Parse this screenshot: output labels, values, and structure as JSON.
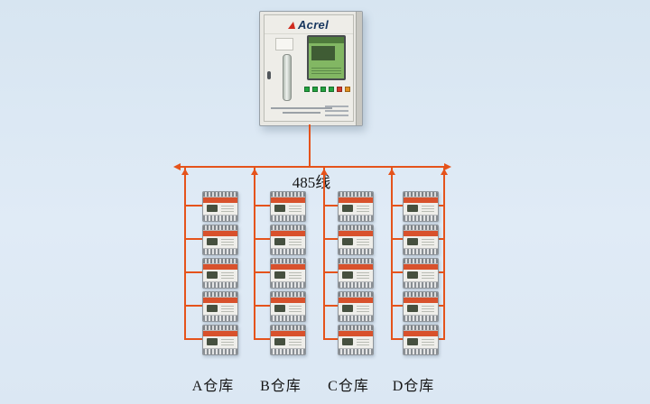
{
  "diagram": {
    "bus_label": "485线",
    "warehouses": [
      "A仓库",
      "B仓库",
      "C仓库",
      "D仓库"
    ],
    "cabinet": {
      "brand": "Acrel"
    },
    "columns": 4,
    "devices_per_column": 5,
    "colors": {
      "background": "#dce8f4",
      "wire": "#e5531b",
      "device_band": "#d8512c",
      "screen_green": "#82b763",
      "brand_blue": "#17365e",
      "button_colors": [
        "#23a33f",
        "#23a33f",
        "#23a33f",
        "#23a33f",
        "#d23a2a",
        "#e2901f"
      ]
    }
  }
}
